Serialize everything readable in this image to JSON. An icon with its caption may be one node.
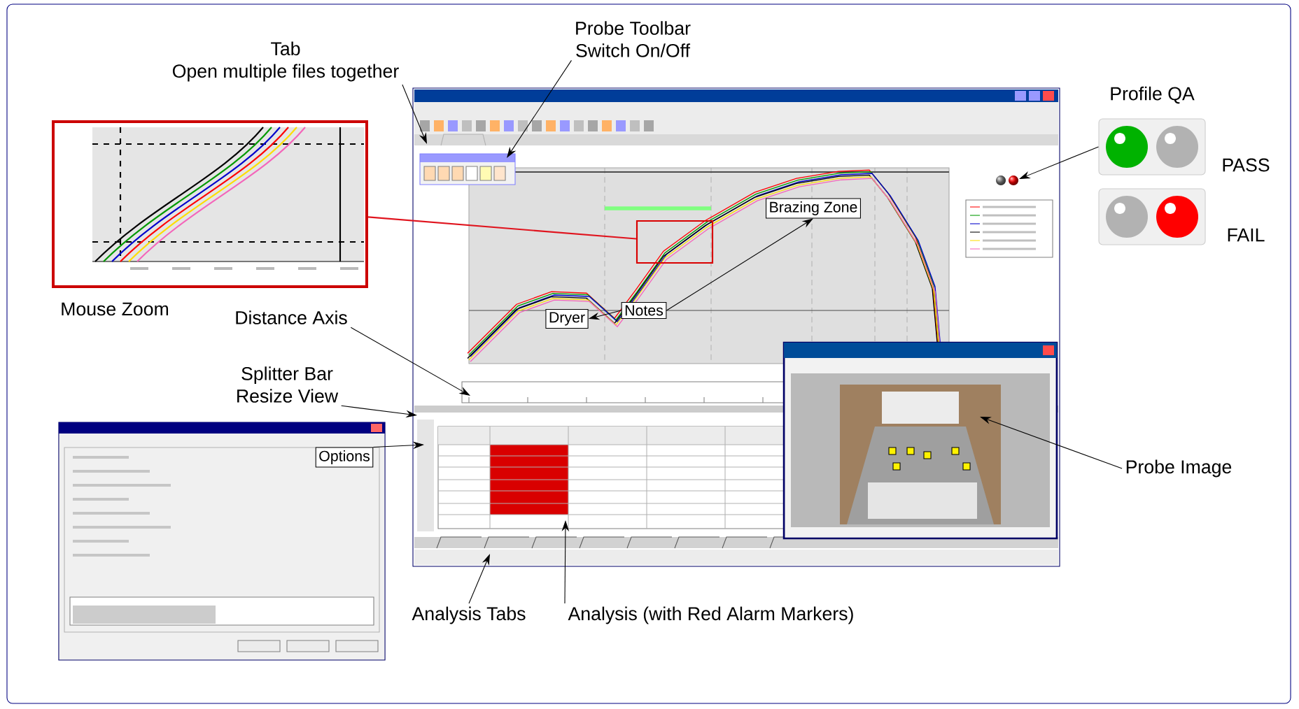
{
  "diagram": {
    "nodes": [
      {
        "text": [
          "Tab",
          "Open multiple files together"
        ]
      },
      {
        "text": [
          "Probe Toolbar",
          "Switch On/Off"
        ]
      },
      {
        "text": [],
        "shape": "picture"
      },
      {
        "text": [],
        "shape": "box",
        "in": 2
      },
      {
        "text": [
          "Brazing Zone"
        ],
        "in": 2
      },
      {
        "text": [
          "Dryer"
        ],
        "in": 2
      },
      {
        "text": [],
        "shape": "picture",
        "beside": [
          "Mouse Zoom"
        ]
      },
      {
        "text": [],
        "shape": "picture",
        "beside": [
          "Profile QA",
          "PASS"
        ]
      },
      {
        "text": [],
        "shape": "picture",
        "beside": [
          "FAIL"
        ]
      },
      {
        "text": [
          "Notes"
        ],
        "in": 2
      },
      {
        "text": [
          "Distance Axis"
        ]
      },
      {
        "text": [
          "Splitter Bar",
          "Resize View"
        ]
      },
      {
        "text": [],
        "shape": "picture"
      },
      {
        "text": [
          "Options"
        ],
        "in": 12
      },
      {
        "text": [],
        "shape": "picture",
        "in": 2
      },
      {
        "text": [
          "Probe Image"
        ]
      },
      {
        "text": [
          "Analysis Tabs"
        ]
      },
      {
        "text": [
          "Analysis (with Red Alarm Markers)"
        ]
      }
    ],
    "edges": [
      {
        "from": 0,
        "to": 2,
        "arrow": "to"
      },
      {
        "from": 1,
        "to": 2,
        "arrow": "to"
      },
      {
        "from": 3,
        "to": 6,
        "arrow": "none",
        "color": "#e0141e"
      },
      {
        "from": 7,
        "to": 2,
        "arrow": "to"
      },
      {
        "from": 9,
        "to": 5,
        "arrow": "to"
      },
      {
        "from": 9,
        "to": 4,
        "arrow": "to"
      },
      {
        "from": 10,
        "to": 2,
        "arrow": "to"
      },
      {
        "from": 11,
        "to": 2,
        "arrow": "to"
      },
      {
        "from": 13,
        "to": 2,
        "arrow": "to"
      },
      {
        "from": 15,
        "to": 14,
        "arrow": "to"
      },
      {
        "from": 16,
        "to": 2,
        "arrow": "to"
      },
      {
        "from": 17,
        "to": 2,
        "arrow": "to"
      }
    ]
  }
}
